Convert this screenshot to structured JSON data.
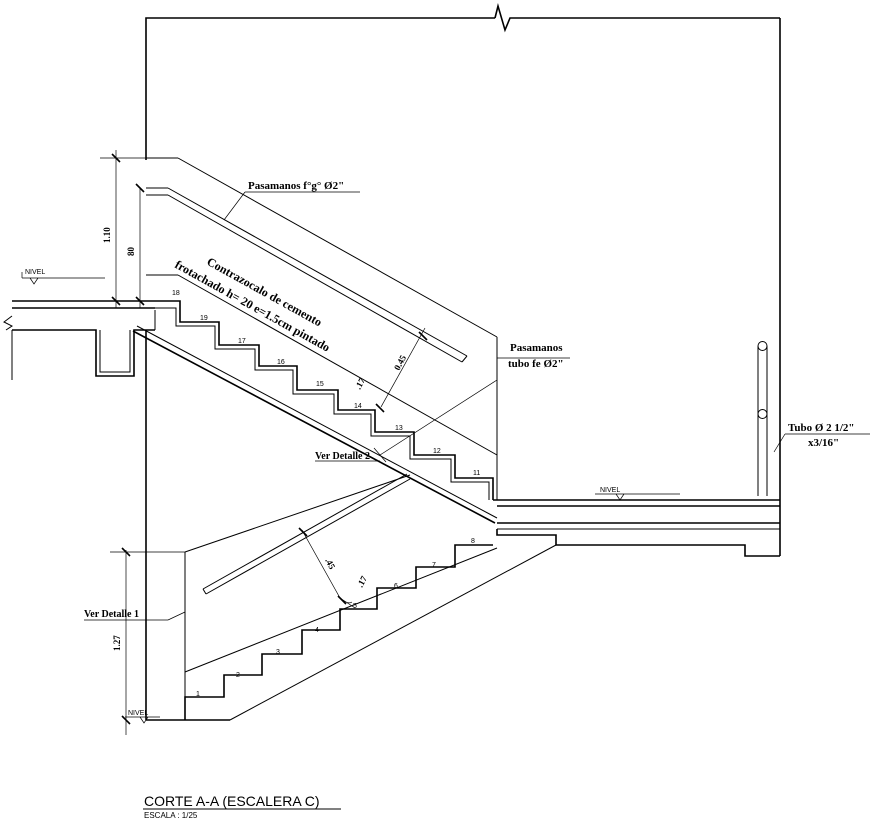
{
  "labels": {
    "pasamanos_fg": "Pasamanos f°g° Ø2\"",
    "contrazocalo_1": "Contrazocalo de cemento",
    "contrazocalo_2": "frotachado h= 20  e=1.5cm pintado",
    "pasamanos_tubo_1": "Pasamanos",
    "pasamanos_tubo_2": "tubo fe Ø2\"",
    "ver_detalle_2": "Ver Detalle 2",
    "ver_detalle_1": "Ver Detalle 1",
    "tubo_1": "Tubo Ø 2 1/2\"",
    "tubo_2": "x3/16\""
  },
  "levels": {
    "nivel_left": "NIVEL",
    "nivel_right": "NIVEL",
    "nivel_bottom": "NIVEL"
  },
  "dimensions": {
    "d110": "1.10",
    "d80": "80",
    "d127": "1.27",
    "d045": "0.45",
    "d17_upper": ".17",
    "d45_lower": ".45",
    "d17_lower": ".17"
  },
  "steps_upper": [
    "18",
    "19",
    "17",
    "16",
    "15",
    "14",
    "13",
    "12",
    "11"
  ],
  "steps_lower": [
    "1",
    "2",
    "3",
    "4",
    "5",
    "6",
    "7",
    "8"
  ],
  "title": {
    "main": "CORTE A-A (ESCALERA C)",
    "scale": "ESCALA :  1/25"
  }
}
